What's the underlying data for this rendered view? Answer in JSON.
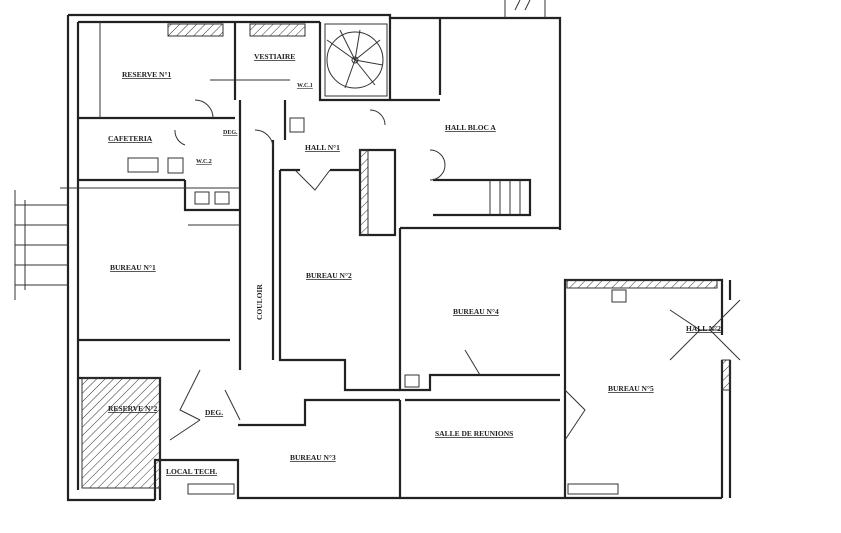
{
  "plan": {
    "rooms": [
      {
        "id": "reserve-1",
        "label": "RESERVE N°1"
      },
      {
        "id": "vestiaire",
        "label": "VESTIAIRE"
      },
      {
        "id": "wc-1",
        "label": "W.C.1"
      },
      {
        "id": "deg-1",
        "label": "DEG."
      },
      {
        "id": "cafeteria",
        "label": "CAFETERIA"
      },
      {
        "id": "wc-2",
        "label": "W.C.2"
      },
      {
        "id": "hall-1",
        "label": "HALL N°1"
      },
      {
        "id": "hall-bloc-a",
        "label": "HALL BLOC A"
      },
      {
        "id": "bureau-1",
        "label": "BUREAU N°1"
      },
      {
        "id": "couloir",
        "label": "COULOIR"
      },
      {
        "id": "bureau-2",
        "label": "BUREAU N°2"
      },
      {
        "id": "bureau-4",
        "label": "BUREAU N°4"
      },
      {
        "id": "hall-2",
        "label": "HALL N°2"
      },
      {
        "id": "bureau-5",
        "label": "BUREAU N°5"
      },
      {
        "id": "reserve-2",
        "label": "RESERVE N°2"
      },
      {
        "id": "deg-2",
        "label": "DEG."
      },
      {
        "id": "salle-reunions",
        "label": "SALLE DE REUNIONS"
      },
      {
        "id": "bureau-3",
        "label": "BUREAU N°3"
      },
      {
        "id": "local-tech",
        "label": "LOCAL TECH."
      }
    ]
  }
}
